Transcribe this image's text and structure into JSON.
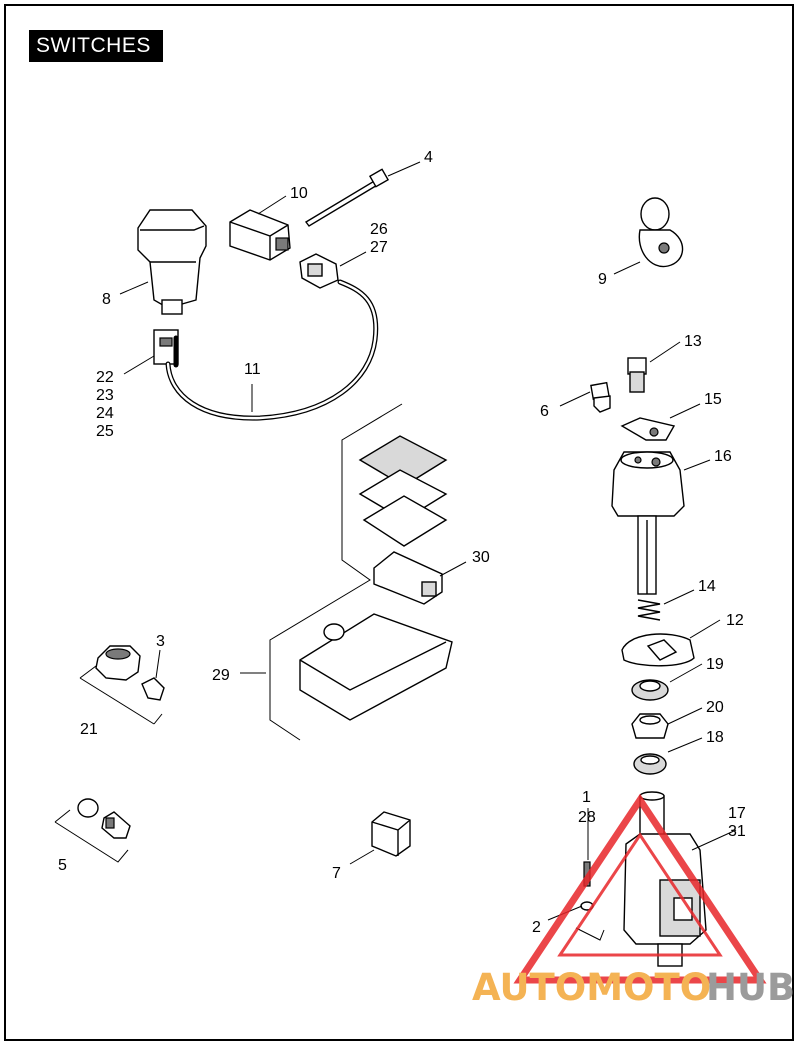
{
  "title": "SWITCHES",
  "callouts": {
    "c1": "1",
    "c2": "2",
    "c3": "3",
    "c4": "4",
    "c5": "5",
    "c6": "6",
    "c7": "7",
    "c8": "8",
    "c9": "9",
    "c10": "10",
    "c11": "11",
    "c12": "12",
    "c13": "13",
    "c14": "14",
    "c15": "15",
    "c16": "16",
    "c17": "17",
    "c18": "18",
    "c19": "19",
    "c20": "20",
    "c21": "21",
    "c22": "22",
    "c23": "23",
    "c24": "24",
    "c25": "25",
    "c26": "26",
    "c27": "27",
    "c28": "28",
    "c29": "29",
    "c30": "30",
    "c31": "31"
  },
  "watermark": {
    "part1": "AUTOMOTO",
    "part2": "HUB",
    "color1": "#f3a637",
    "color2": "#8a8a8a",
    "logo_color": "#e8262a"
  }
}
